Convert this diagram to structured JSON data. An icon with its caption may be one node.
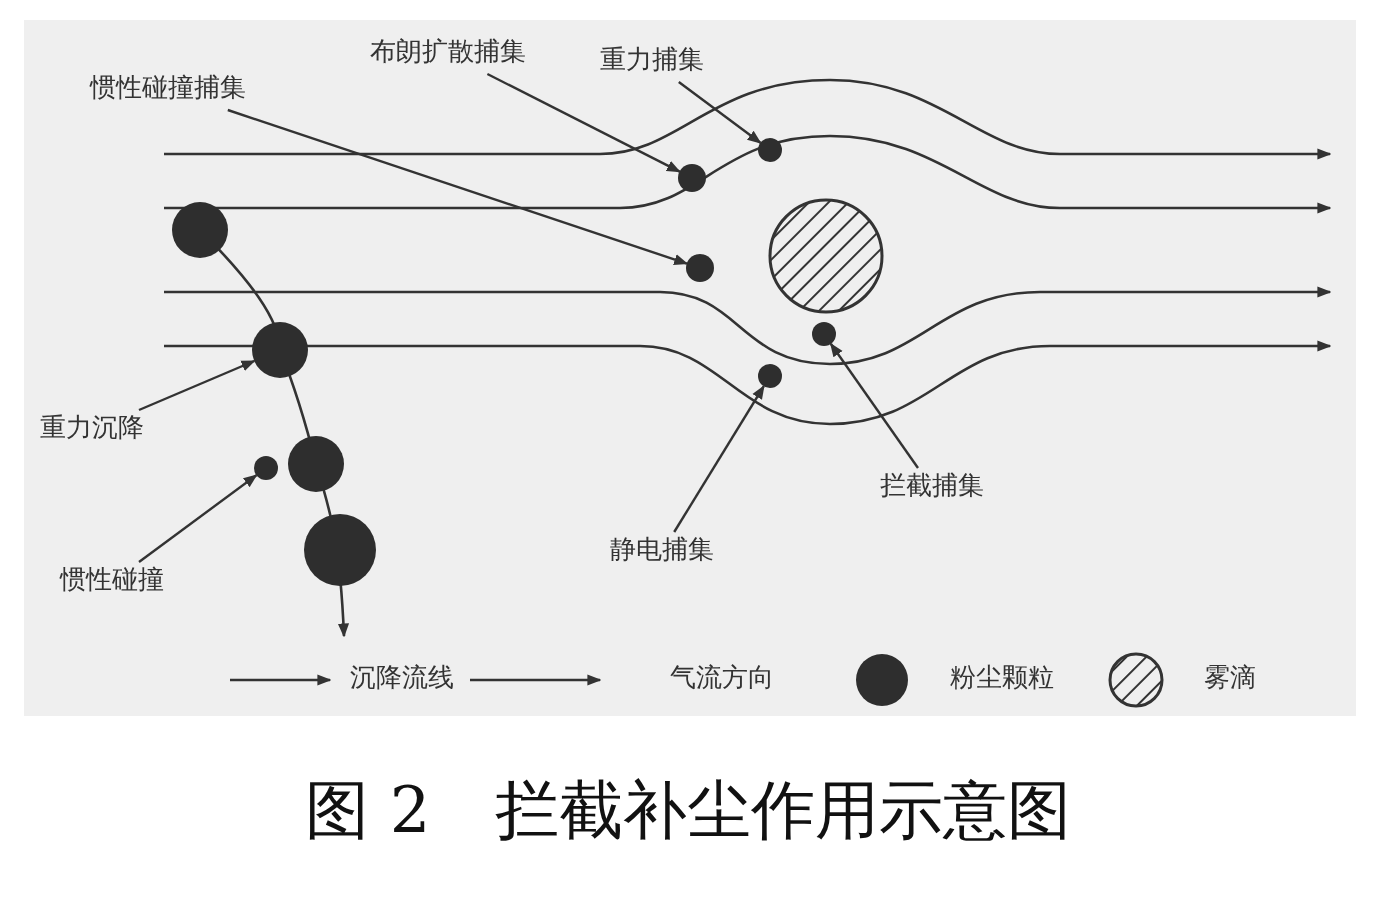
{
  "diagram": {
    "caption": "图 2　拦截补尘作用示意图",
    "nodes": [
      {
        "text": [
          "惯性碰撞捕集"
        ]
      },
      {
        "text": [
          "布朗扩散捕集"
        ]
      },
      {
        "text": [
          "重力捕集"
        ]
      },
      {
        "text": [
          "重力沉降"
        ]
      },
      {
        "text": [
          "惯性碰撞"
        ]
      },
      {
        "text": [
          "静电捕集"
        ]
      },
      {
        "text": [
          "拦截捕集"
        ]
      },
      {
        "text": [],
        "shape": "circle"
      },
      {
        "text": [],
        "shape": "circle"
      },
      {
        "text": [],
        "shape": "circle"
      },
      {
        "text": [],
        "shape": "circle"
      },
      {
        "text": [],
        "shape": "circle"
      },
      {
        "text": [],
        "shape": "circle"
      },
      {
        "text": [],
        "shape": "circle"
      }
    ],
    "edges": [
      {
        "from": 0,
        "to": 10,
        "arrow": "to"
      },
      {
        "from": 1,
        "to": 9,
        "arrow": "to"
      },
      {
        "from": 2,
        "to": 11,
        "arrow": "to"
      },
      {
        "from": 3,
        "to": 8,
        "arrow": "to"
      },
      {
        "from": 4,
        "to": 7,
        "arrow": "to"
      },
      {
        "from": 5,
        "to": 12,
        "arrow": "to"
      },
      {
        "from": 6,
        "to": 13,
        "arrow": "to"
      }
    ],
    "legend": [
      {
        "text": "沉降流线"
      },
      {
        "text": "气流方向"
      },
      {
        "text": "粉尘颗粒"
      },
      {
        "text": "雾滴"
      }
    ]
  }
}
